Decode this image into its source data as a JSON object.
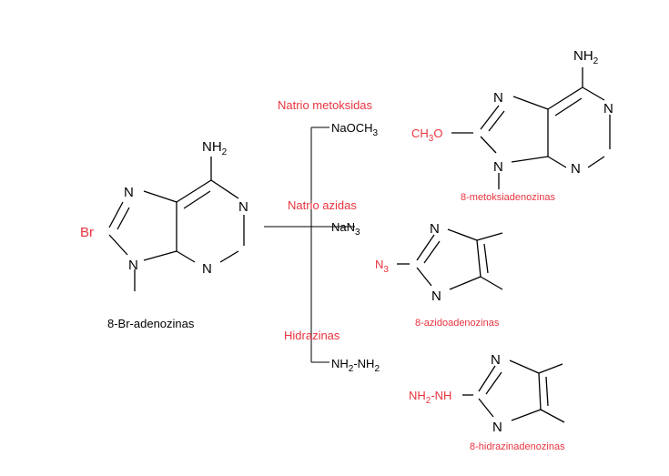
{
  "colors": {
    "accent": "#e8343f",
    "ink": "#000000",
    "background": "#ffffff"
  },
  "reactant": {
    "NH": "NH",
    "NH_sub": "2",
    "Br": "Br",
    "N": "N",
    "caption": "8-Br-adenozinas"
  },
  "reagents": {
    "r1_name": "Natrio metoksidas",
    "r1_formula": "NaOCH",
    "r1_sub": "3",
    "r2_name": "Natrio azidas",
    "r2_formula": "NaN",
    "r2_sub": "3",
    "r3_name": "Hidrazinas",
    "r3_formula_a": "NH",
    "r3_sub_a": "2",
    "r3_formula_b": "-NH",
    "r3_sub_b": "2"
  },
  "products": {
    "p1_NH": "NH",
    "p1_NH_sub": "2",
    "p1_group": "CH",
    "p1_group_sub": "3",
    "p1_group_tail": "O",
    "p1_caption": "8-metoksiadenozinas",
    "p2_group": "N",
    "p2_group_sub": "3",
    "p2_caption": "8-azidoadenozinas",
    "p3_group": "NH",
    "p3_group_sub": "2",
    "p3_group_tail": "-NH",
    "p3_caption": "8-hidrazinadenozinas",
    "N": "N"
  }
}
